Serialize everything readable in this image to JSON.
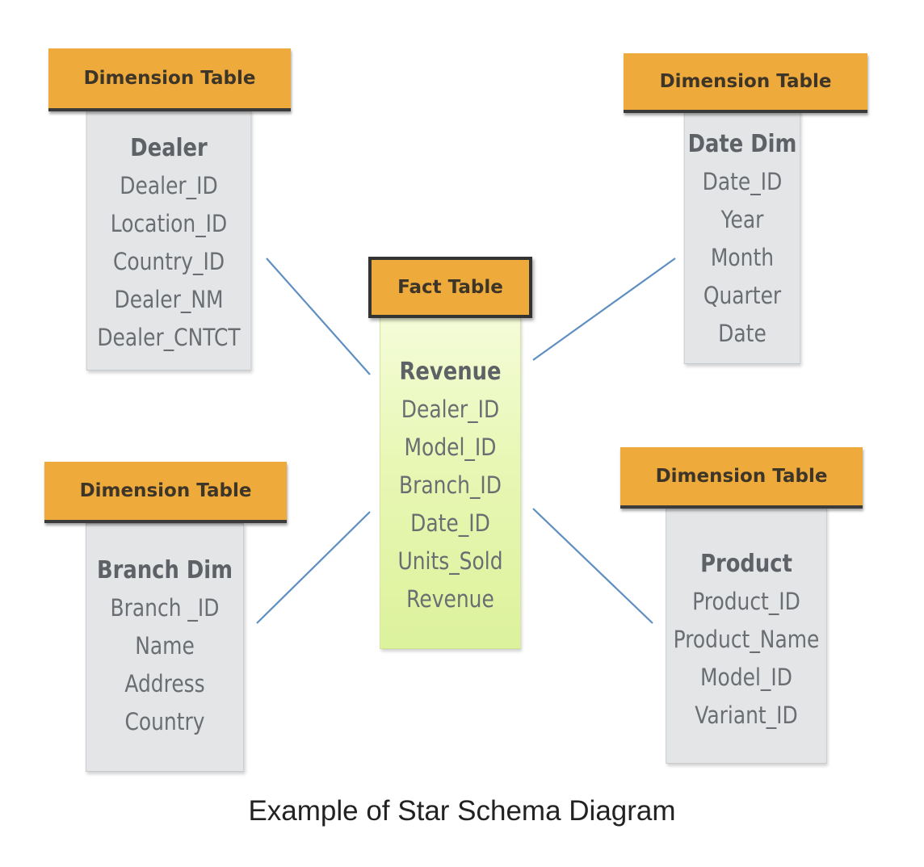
{
  "caption": "Example of Star Schema Diagram",
  "colors": {
    "header_orange": "#eeaa3b",
    "dimension_body": "#e3e5e7",
    "fact_body": "#e8f7b4",
    "connector_blue": "#5f8fc0"
  },
  "tables": {
    "dealer": {
      "header": "Dimension Table",
      "title": "Dealer",
      "fields": [
        "Dealer_ID",
        "Location_ID",
        "Country_ID",
        "Dealer_NM",
        "Dealer_CNTCT"
      ]
    },
    "date_dim": {
      "header": "Dimension Table",
      "title": "Date Dim",
      "fields": [
        "Date_ID",
        "Year",
        "Month",
        "Quarter",
        "Date"
      ]
    },
    "revenue": {
      "header": "Fact Table",
      "title": "Revenue",
      "fields": [
        "Dealer_ID",
        "Model_ID",
        "Branch_ID",
        "Date_ID",
        "Units_Sold",
        "Revenue"
      ]
    },
    "branch_dim": {
      "header": "Dimension Table",
      "title": "Branch Dim",
      "fields": [
        "Branch _ID",
        "Name",
        "Address",
        "Country"
      ]
    },
    "product": {
      "header": "Dimension Table",
      "title": "Product",
      "fields": [
        "Product_ID",
        "Product_Name",
        "Model_ID",
        "Variant_ID"
      ]
    }
  }
}
